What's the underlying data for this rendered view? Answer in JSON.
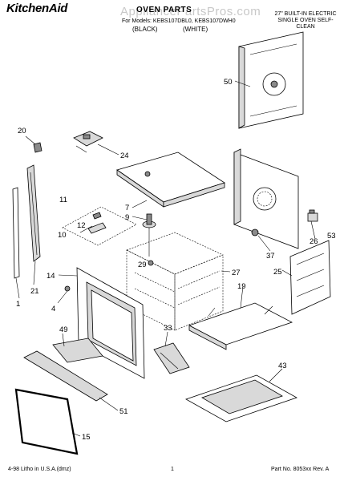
{
  "header": {
    "brand": "KitchenAid",
    "title": "OVEN PARTS",
    "models": "For Models: KEBS107DBL0, KEBS107DWH0",
    "color_black": "(BLACK)",
    "color_white": "(WHITE)",
    "description": "27\" BUILT-IN ELECTRIC SINGLE OVEN SELF-CLEAN",
    "watermark": "AppliancePartsPros.com"
  },
  "callouts": [
    "20",
    "24",
    "50",
    "11",
    "7",
    "9",
    "10",
    "12",
    "21",
    "14",
    "4",
    "29",
    "27",
    "37",
    "26",
    "53",
    "25",
    "19",
    "49",
    "33",
    "43",
    "51",
    "15",
    "1"
  ],
  "footer": {
    "left": "4-98 Litho in U.S.A.(dmz)",
    "page": "1",
    "part_no": "Part No. 8053xx Rev. A"
  }
}
